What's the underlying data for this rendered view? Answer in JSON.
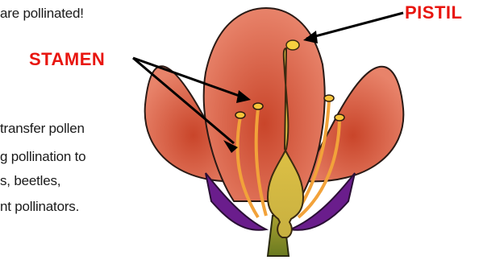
{
  "intro_text": "are pollinated!",
  "body_text": [
    "transfer pollen",
    "g pollination to",
    "s, beetles,",
    "nt pollinators."
  ],
  "labels": {
    "stamen": "STAMEN",
    "pistil": "PISTIL"
  },
  "colors": {
    "label": "#e8150f",
    "petal": "#e07a5c",
    "sepal": "#6a1d8c",
    "pistil": "#f0c840",
    "stamen": "#f2a23a"
  }
}
